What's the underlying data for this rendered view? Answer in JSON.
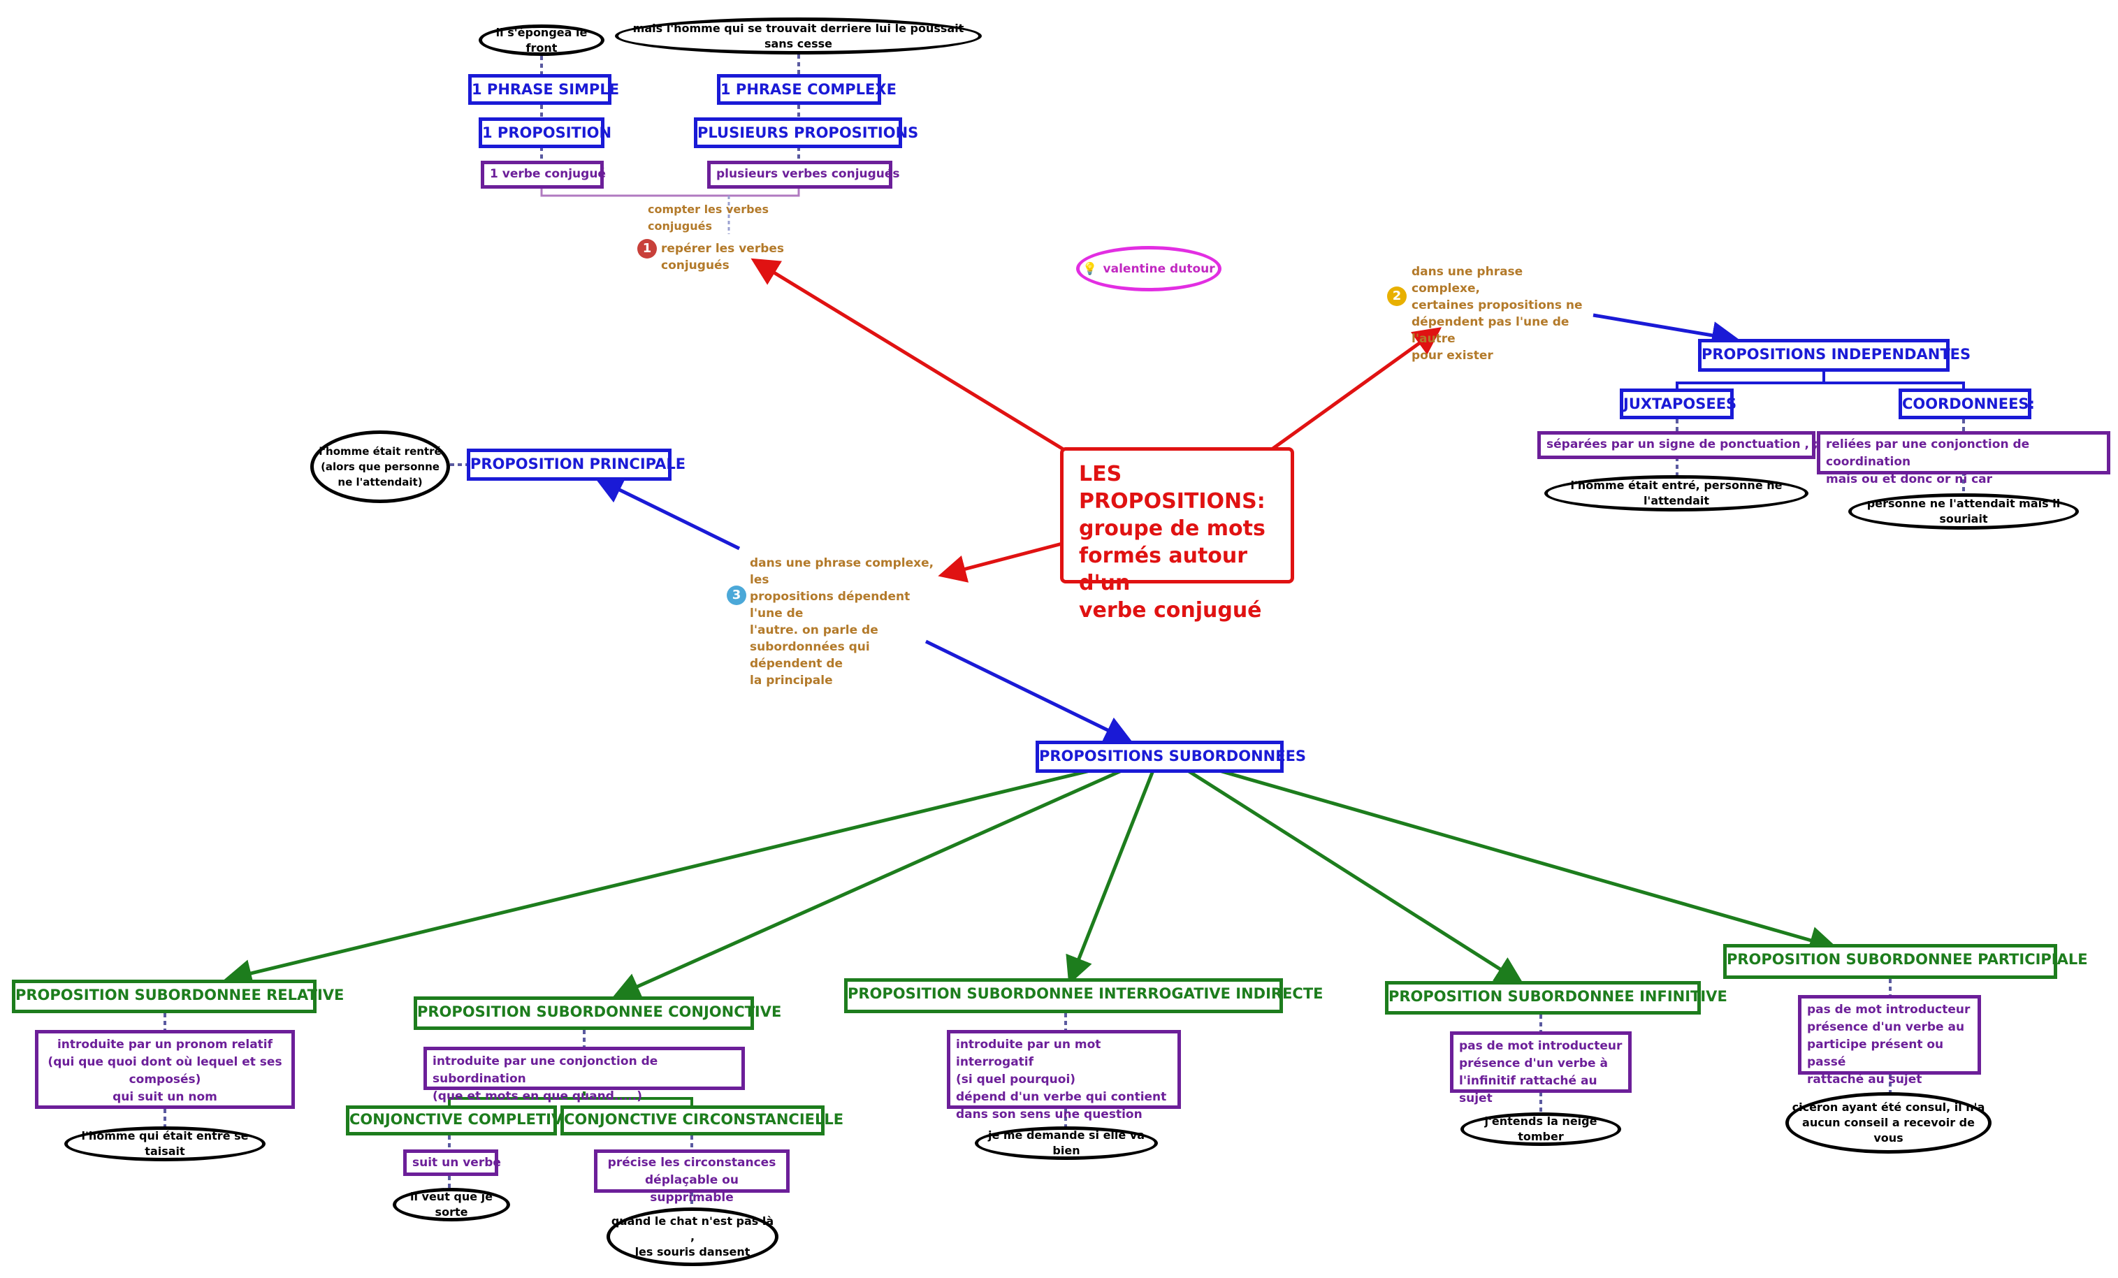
{
  "central": "LES PROPOSITIONS:\ngroupe de mots\nformés autour d'un\nverbe conjugué",
  "author": "valentine dutour",
  "colors": {
    "red": "#e01212",
    "blue": "#1a1ad6",
    "green": "#1d7d1d",
    "purple": "#6c1f99",
    "tan": "#b37a2a",
    "magenta": "#c128c1"
  },
  "branch1": {
    "badge": "1",
    "label": "repérer les verbes conjugués",
    "sublabel": "compter les verbes conjugués",
    "simple": {
      "example": "il s'épongea le front",
      "phrase": "1 PHRASE SIMPLE",
      "prop": "1 PROPOSITION",
      "verbs": "1 verbe conjugué"
    },
    "complexe": {
      "example": "mais l'homme qui se trouvait derriere lui le poussait sans cesse",
      "phrase": "1 PHRASE COMPLEXE",
      "prop": "PLUSIEURS PROPOSITIONS",
      "verbs": "plusieurs verbes conjugués"
    }
  },
  "branch2": {
    "badge": "2",
    "text": "dans une phrase complexe,\ncertaines propositions ne\ndépendent pas l'une de l'autre\npour exister",
    "independantes": "PROPOSITIONS INDEPENDANTES",
    "juxtaposees": "JUXTAPOSEES",
    "juxt_desc": "séparées par un signe de ponctuation , ; :",
    "juxt_example": "l'homme était entré, personne ne l'attendait",
    "coordonnees": "COORDONNEES:",
    "coord_desc": "reliées par une conjonction de coordination\nmais ou et donc or ni car",
    "coord_example": "personne ne l'attendait mais il souriait"
  },
  "branch3": {
    "badge": "3",
    "text": "dans une phrase complexe, les\npropositions dépendent l'une de\nl'autre. on parle de\nsubordonnées qui dépendent de\nla principale",
    "principale": "PROPOSITION PRINCIPALE",
    "principale_example": "l'homme était rentré\n(alors que personne\nne l'attendait)",
    "subordonnees": "PROPOSITIONS SUBORDONNEES"
  },
  "subtypes": {
    "relative": {
      "title": "PROPOSITION SUBORDONNEE RELATIVE",
      "desc": "introduite par un pronom relatif\n(qui que quoi dont où lequel et ses\ncomposés)\nqui suit un nom",
      "example": "l'homme qui était entré se taisait"
    },
    "conjonctive": {
      "title": "PROPOSITION SUBORDONNEE CONJONCTIVE",
      "desc": "introduite par une conjonction de subordination\n(que et mots en que quand.....)",
      "completive": "CONJONCTIVE COMPLETIVE",
      "completive_desc": "suit un verbe",
      "completive_example": "il veut que je sorte",
      "circ": "CONJONCTIVE CIRCONSTANCIELLE",
      "circ_desc": "précise les circonstances\ndéplaçable ou supprimable",
      "circ_example": "quand le chat n'est pas là ,\nles souris dansent"
    },
    "interrogative": {
      "title": "PROPOSITION SUBORDONNEE INTERROGATIVE INDIRECTE",
      "desc": "introduite par un mot interrogatif\n(si quel pourquoi)\ndépend d'un verbe qui contient\ndans son sens une question",
      "example": "je me demande si elle va bien"
    },
    "infinitive": {
      "title": "PROPOSITION SUBORDONNEE INFINITIVE",
      "desc": "pas de mot introducteur\nprésence d'un verbe à\nl'infinitif rattaché au sujet",
      "example": "j'entends la neige tomber"
    },
    "participiale": {
      "title": "PROPOSITION SUBORDONNEE PARTICIPIALE",
      "desc": "pas de mot introducteur\nprésence d'un verbe au\nparticipe présent ou passé\nrattaché au sujet",
      "example": "cicéron ayant été consul, il n'a\naucun conseil a recevoir de vous"
    }
  }
}
